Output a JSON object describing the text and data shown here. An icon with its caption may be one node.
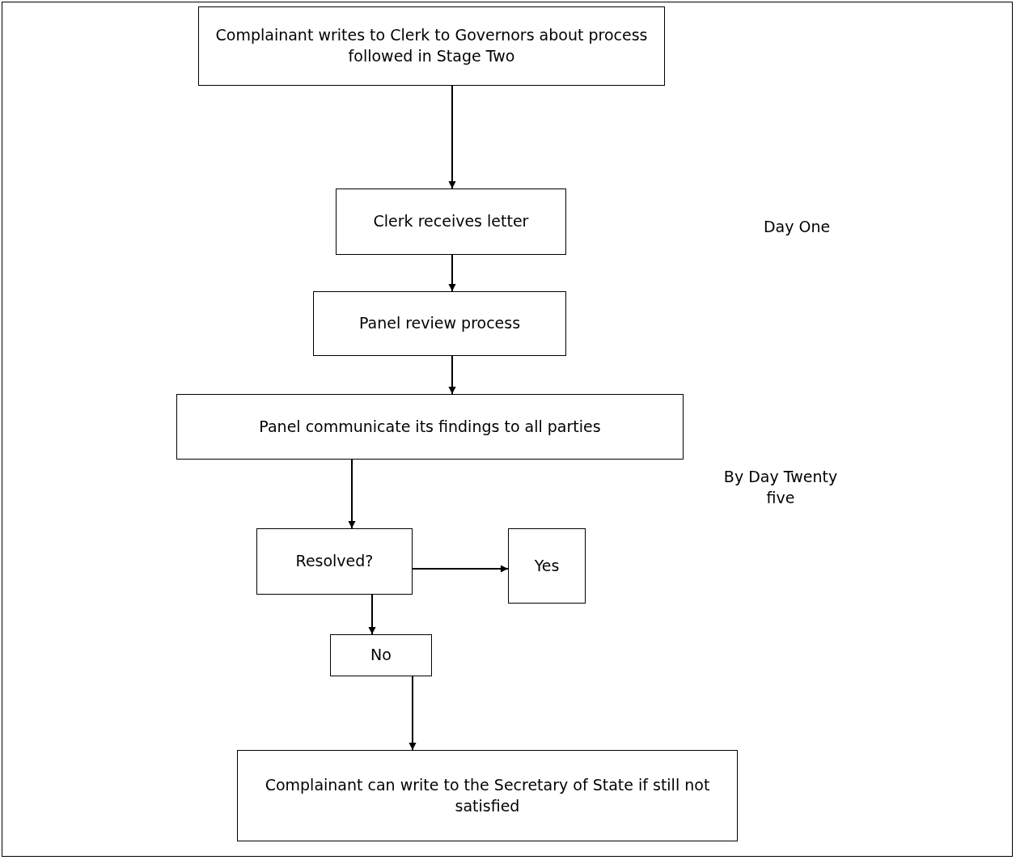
{
  "diagram": {
    "nodes": [
      {
        "text": [
          "Complainant writes to Clerk to Governors about process followed in Stage Two"
        ]
      },
      {
        "text": [
          "Clerk receives letter"
        ]
      },
      {
        "text": [
          "Panel review process"
        ]
      },
      {
        "text": [
          "Panel communicate its findings to all parties"
        ]
      },
      {
        "text": [
          "Resolved?"
        ]
      },
      {
        "text": [
          "Yes"
        ]
      },
      {
        "text": [
          "No"
        ]
      },
      {
        "text": [
          "Complainant can write to the Secretary of State if still not satisfied"
        ]
      }
    ],
    "edges": [
      {
        "from": 0,
        "to": 1,
        "arrow": "to"
      },
      {
        "from": 1,
        "to": 2,
        "arrow": "to"
      },
      {
        "from": 2,
        "to": 3,
        "arrow": "to"
      },
      {
        "from": 3,
        "to": 4,
        "arrow": "to"
      },
      {
        "from": 4,
        "to": 5,
        "arrow": "to"
      },
      {
        "from": 4,
        "to": 6,
        "arrow": "to"
      },
      {
        "from": 6,
        "to": 7,
        "arrow": "to"
      }
    ],
    "labels": [
      "Day One",
      "By Day Twenty five"
    ]
  }
}
